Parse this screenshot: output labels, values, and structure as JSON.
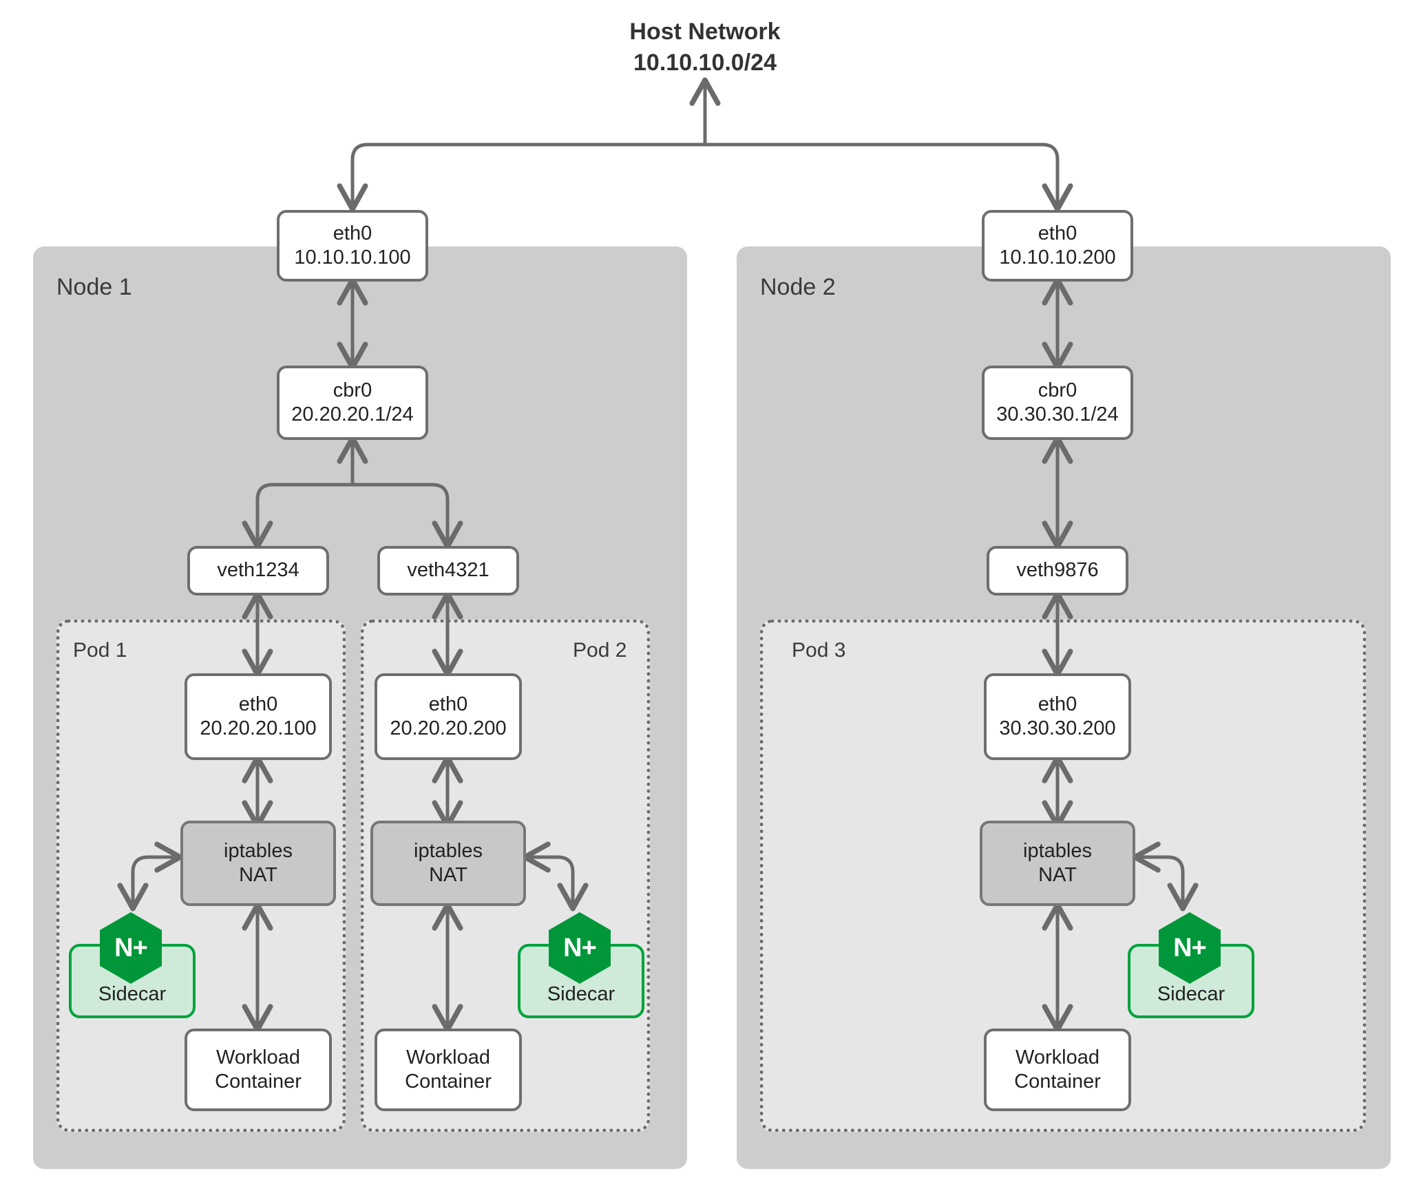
{
  "diagram": {
    "title_line1": "Host Network",
    "title_line2": "10.10.10.0/24",
    "colors": {
      "node_fill": "#cdcdcd",
      "pod_fill": "#e6e6e6",
      "box_stroke": "#6e6e6e",
      "nat_fill": "#c8c8c8",
      "sidecar_fill": "#cfead9",
      "sidecar_stroke": "#00a23c",
      "logo_green": "#009639",
      "text": "#333333",
      "wire": "#6b6b6b"
    }
  },
  "nodes": [
    {
      "label": "Node 1",
      "host_nic": {
        "line1": "eth0",
        "line2": "10.10.10.100"
      },
      "bridge": {
        "line1": "cbr0",
        "line2": "20.20.20.1/24"
      },
      "veths": [
        "veth1234",
        "veth4321"
      ],
      "pods": [
        {
          "label": "Pod 1",
          "eth": {
            "line1": "eth0",
            "line2": "20.20.20.100"
          },
          "nat": {
            "line1": "iptables",
            "line2": "NAT"
          },
          "sidecar": {
            "label": "Sidecar",
            "logo": "N+"
          },
          "workload": {
            "line1": "Workload",
            "line2": "Container"
          },
          "sidecar_side": "left"
        },
        {
          "label": "Pod 2",
          "eth": {
            "line1": "eth0",
            "line2": "20.20.20.200"
          },
          "nat": {
            "line1": "iptables",
            "line2": "NAT"
          },
          "sidecar": {
            "label": "Sidecar",
            "logo": "N+"
          },
          "workload": {
            "line1": "Workload",
            "line2": "Container"
          },
          "sidecar_side": "right"
        }
      ]
    },
    {
      "label": "Node 2",
      "host_nic": {
        "line1": "eth0",
        "line2": "10.10.10.200"
      },
      "bridge": {
        "line1": "cbr0",
        "line2": "30.30.30.1/24"
      },
      "veths": [
        "veth9876"
      ],
      "pods": [
        {
          "label": "Pod 3",
          "eth": {
            "line1": "eth0",
            "line2": "30.30.30.200"
          },
          "nat": {
            "line1": "iptables",
            "line2": "NAT"
          },
          "sidecar": {
            "label": "Sidecar",
            "logo": "N+"
          },
          "workload": {
            "line1": "Workload",
            "line2": "Container"
          },
          "sidecar_side": "right"
        }
      ]
    }
  ]
}
